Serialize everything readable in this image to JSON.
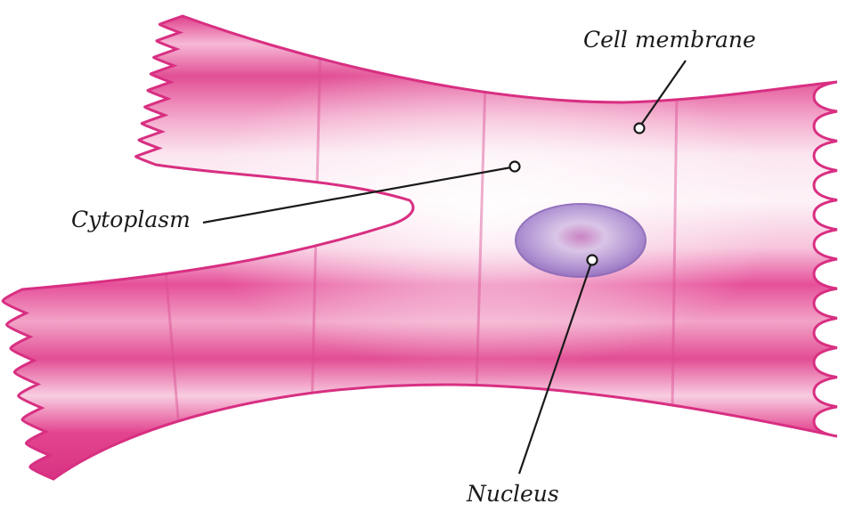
{
  "labels": {
    "cell_membrane": "Cell membrane",
    "cytoplasm": "Cytoplasm",
    "nucleus": "Nucleus"
  },
  "colors": {
    "cell_pink": "#e4418f",
    "cell_light": "#fbe3ef",
    "nucleus_purple": "#9a7cc4",
    "leader_line": "#1a1a1a"
  }
}
